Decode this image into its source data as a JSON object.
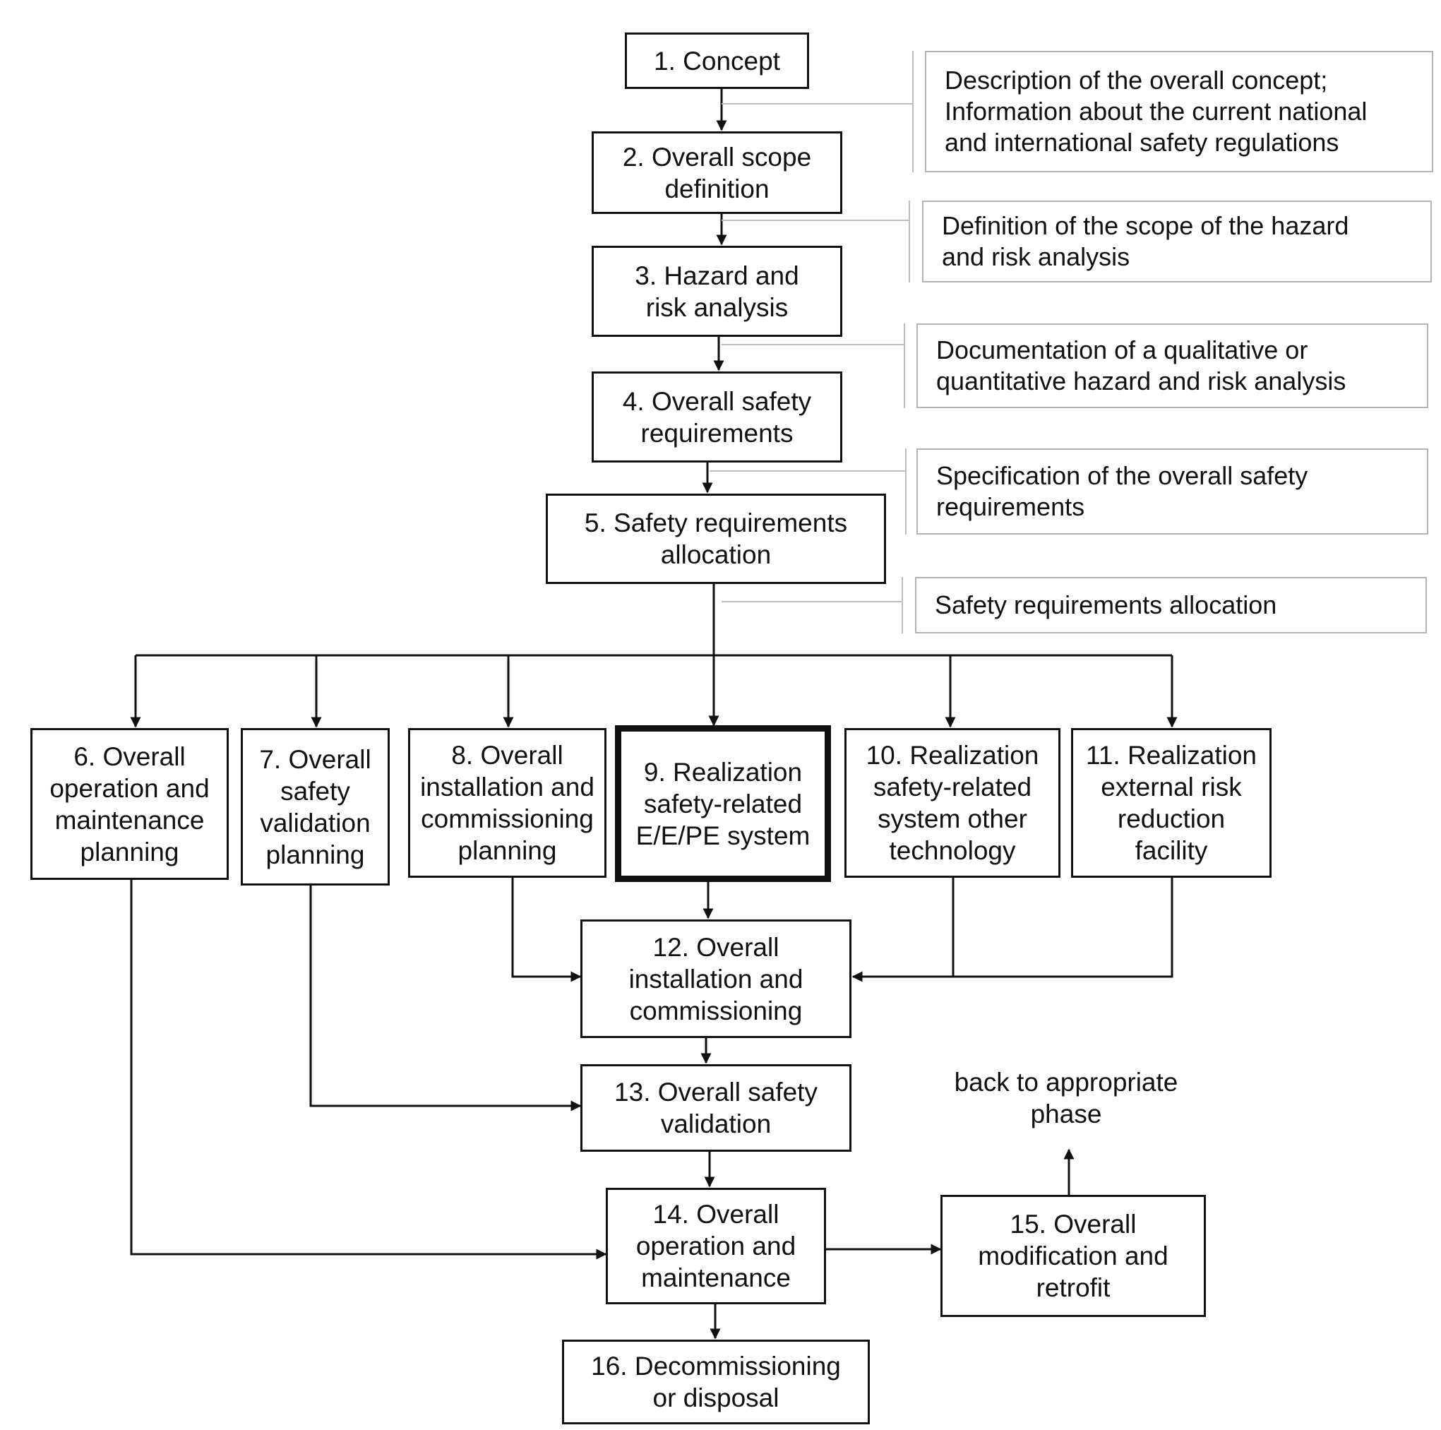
{
  "steps": {
    "s1": [
      "1. Concept"
    ],
    "s2": [
      "2. Overall scope",
      "definition"
    ],
    "s3": [
      "3. Hazard and",
      "risk analysis"
    ],
    "s4": [
      "4. Overall safety",
      "requirements"
    ],
    "s5": [
      "5. Safety requirements",
      "allocation"
    ],
    "s6": [
      "6. Overall",
      "operation and",
      "maintenance",
      "planning"
    ],
    "s7": [
      "7. Overall",
      "safety",
      "validation",
      "planning"
    ],
    "s8": [
      "8. Overall",
      "installation and",
      "commissioning",
      "planning"
    ],
    "s9": [
      "9. Realization",
      "safety-related",
      "E/E/PE system"
    ],
    "s10": [
      "10. Realization",
      "safety-related",
      "system other",
      "technology"
    ],
    "s11": [
      "11. Realization",
      "external risk",
      "reduction",
      "facility"
    ],
    "s12": [
      "12. Overall",
      "installation and",
      "commissioning"
    ],
    "s13": [
      "13. Overall safety",
      "validation"
    ],
    "s14": [
      "14. Overall",
      "operation and",
      "maintenance"
    ],
    "s15": [
      "15. Overall",
      "modification and",
      "retrofit"
    ],
    "s16": [
      "16. Decommissioning",
      "or disposal"
    ]
  },
  "notes": {
    "n1": [
      "Description of the overall concept;",
      "Information about the current national",
      "and international safety regulations"
    ],
    "n2": [
      "Definition of the scope of the hazard",
      "and risk analysis"
    ],
    "n3": [
      "Documentation of a qualitative or",
      "quantitative hazard and risk analysis"
    ],
    "n4": [
      "Specification of the overall safety",
      "requirements"
    ],
    "n5": [
      "Safety requirements allocation"
    ]
  },
  "back_label": [
    "back to appropriate",
    "phase"
  ],
  "colors": {
    "line": "#111111",
    "note_border": "#b3b3b3",
    "connector": "#bdbdbd"
  }
}
